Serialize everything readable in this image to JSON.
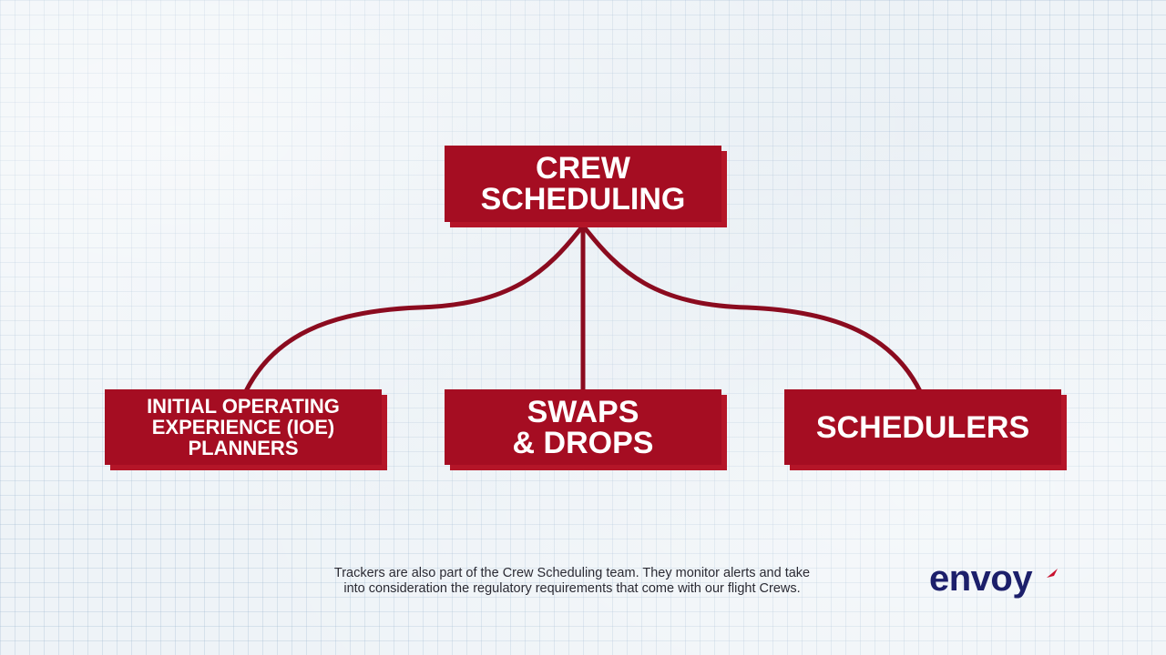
{
  "diagram": {
    "root": {
      "line1": "CREW",
      "line2": "SCHEDULING"
    },
    "children": [
      {
        "lines": [
          "INITIAL OPERATING",
          "EXPERIENCE (IOE)",
          "PLANNERS"
        ]
      },
      {
        "lines": [
          "SWAPS",
          "& DROPS"
        ]
      },
      {
        "lines": [
          "SCHEDULERS"
        ]
      }
    ]
  },
  "caption": {
    "line1": "Trackers are also part of the Crew Scheduling team. They monitor alerts and take",
    "line2": "into consideration the regulatory requirements that come with our flight Crews."
  },
  "logo": {
    "text": "envoy"
  },
  "colors": {
    "box": "#a50d22",
    "connector": "#8b0b1f",
    "logo": "#1c1f6b",
    "logo_accent": "#c8102e"
  }
}
